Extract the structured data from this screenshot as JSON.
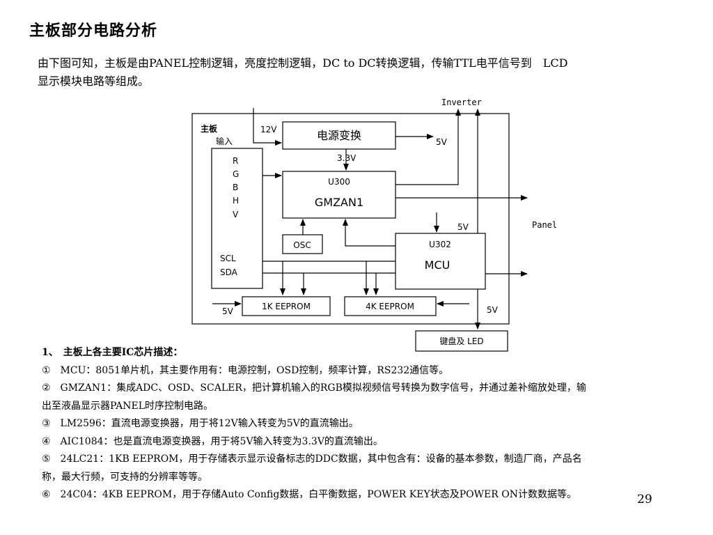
{
  "title": "主板部分电路分析",
  "intro": {
    "line1": "由下图可知，主板是由PANEL控制逻辑，亮度控制逻辑，DC to DC转换逻辑，传输TTL电平信号到　LCD",
    "line2": "显示模块电路等组成。"
  },
  "diagram": {
    "board_label": "主板",
    "input_label": "输入",
    "rgb_signals": [
      "R",
      "G",
      "B",
      "H",
      "V"
    ],
    "scl": "SCL",
    "sda": "SDA",
    "v12": "12V",
    "power_block": "电源变换",
    "v5_power": "5V",
    "v33": "3.3V",
    "inverter": "Inverter",
    "u300_id": "U300",
    "u300_name": "GMZAN1",
    "panel": "Panel",
    "osc": "OSC",
    "v5_mcu": "5V",
    "u302_id": "U302",
    "u302_name": "MCU",
    "v5_eeprom1k": "5V",
    "eeprom1k": "1K EEPROM",
    "eeprom4k": "4K EEPROM",
    "v5_keyboard": "5V",
    "keyboard": "键盘及 LED"
  },
  "section": {
    "heading": "1、　主板上各主要IC芯片描述：",
    "items": [
      "①　MCU：8051单片机，其主要作用有：电源控制，OSD控制，频率计算，RS232通信等。",
      "②　GMZAN1：集成ADC、OSD、SCALER，把计算机输入的RGB模拟视频信号转换为数字信号，并通过差补缩放处理，输",
      "出至液晶显示器PANEL时序控制电路。",
      "③　LM2596：直流电源变换器，用于将12V输入转变为5V的直流输出。",
      "④　AIC1084：也是直流电源变换器，用于将5V输入转变为3.3V的直流输出。",
      "⑤　24LC21：1KB EEPROM，用于存储表示显示设备标志的DDC数据，其中包含有：设备的基本参数，制造厂商，产品名",
      "称，最大行频，可支持的分辨率等等。",
      "⑥　24C04：4KB EEPROM，用于存储Auto Config数据，白平衡数据，POWER KEY状态及POWER ON计数数据等。"
    ]
  },
  "page_number": "29"
}
